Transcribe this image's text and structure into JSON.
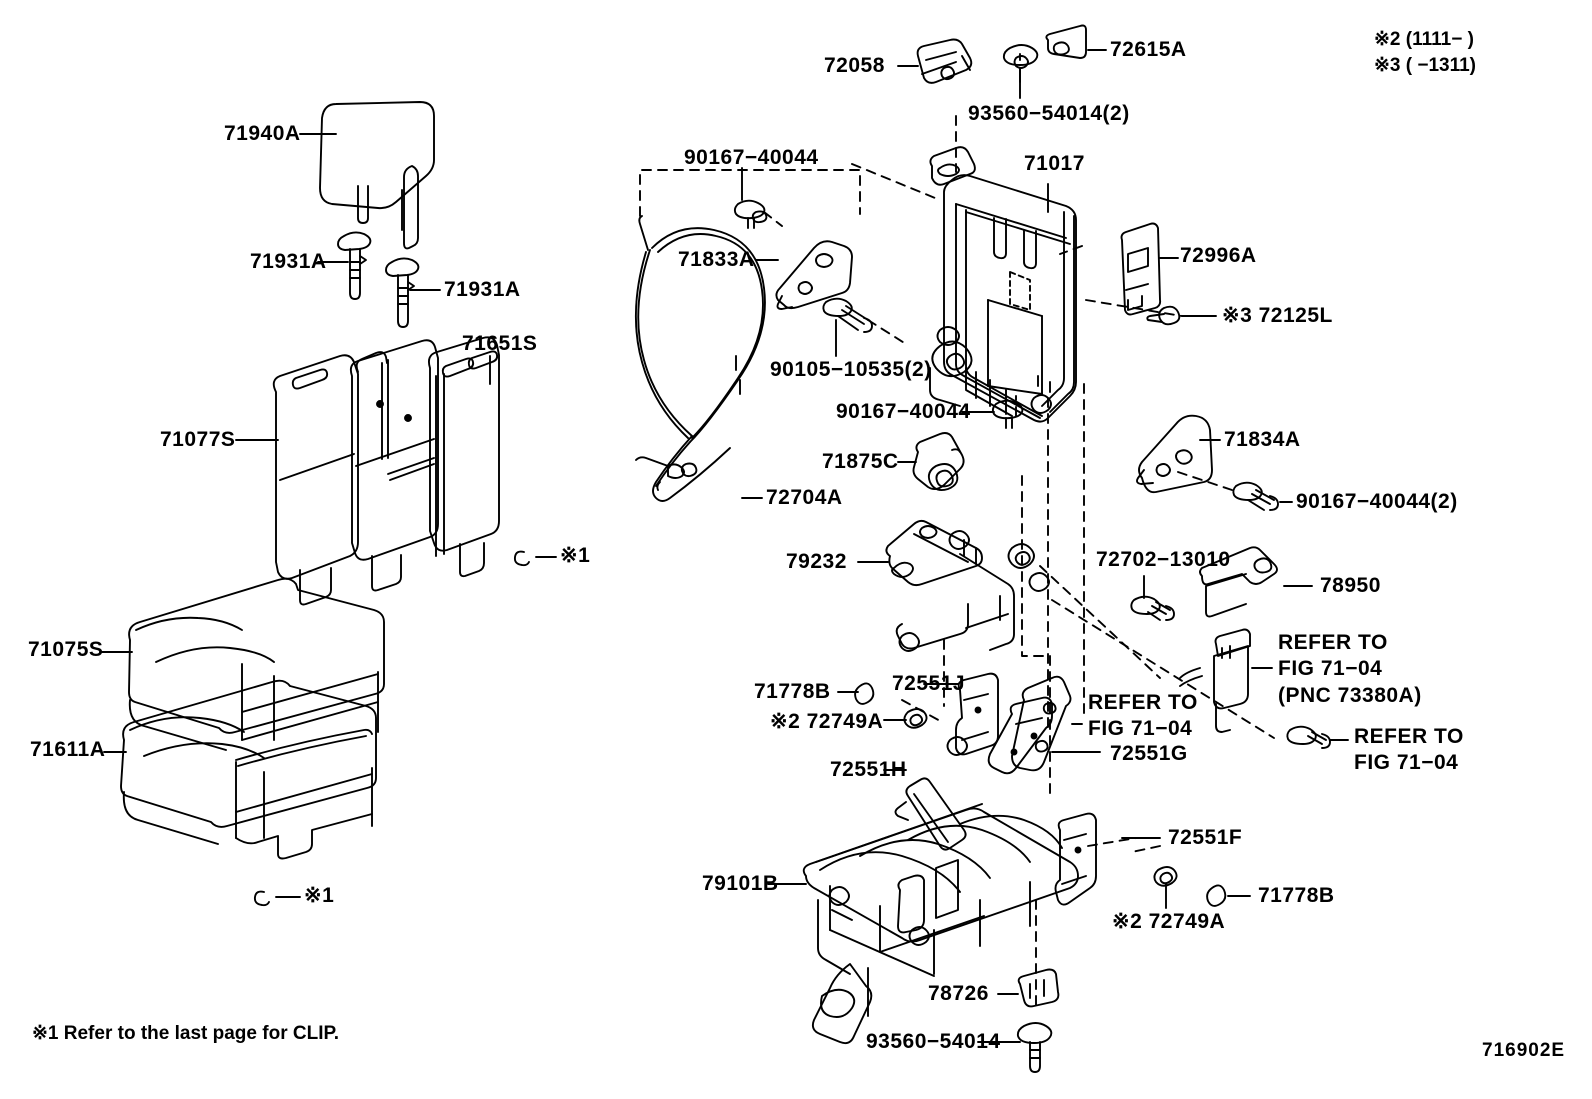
{
  "diagram": {
    "code": "716902E",
    "footnote": "※1  Refer to the last page for CLIP.",
    "header_notes": [
      "※2 (1111−      )",
      "※3 (      −1311)"
    ],
    "clip_marker": "※1"
  },
  "labels": {
    "headrest": "71940A",
    "headrest_bolt_left": "71931A",
    "headrest_bolt_right": "71931A",
    "seatback_cover_side": "71651S",
    "seatback_pad": "71077S",
    "cushion_cover": "71075S",
    "cushion_pad": "71611A",
    "hinge_cover_upper": "72058",
    "cap_72615a": "72615A",
    "screw_93560_top": "93560−54014(2)",
    "seatback_frame": "71017",
    "striker_cover": "72996A",
    "clip_72125l": "※3 72125L",
    "bolt_90167_upper": "90167−40044",
    "hinge_bracket_71833a": "71833A",
    "bolt_90105": "90105−10535(2)",
    "bolt_90167_mid": "90167−40044",
    "cable_72704a": "72704A",
    "lock_cover_71875c": "71875C",
    "hinge_cover_71834a": "71834A",
    "bolt_90167_pair": "90167−40044(2)",
    "bracket_79232": "79232",
    "bolt_72702": "72702−13010",
    "trim_78950": "78950",
    "buckle_refer": "REFER TO\nFIG 71−04\n(PNC 73380A)",
    "bolt_refer": "REFER TO\nFIG 71−04",
    "plate_refer": "REFER TO\nFIG 71−04",
    "grommet_71778b_top": "71778B",
    "nut_72749a_top": "※2 72749A",
    "cover_72551j": "72551J",
    "cover_72551h": "72551H",
    "cover_72551g": "72551G",
    "cover_72551f": "72551F",
    "nut_72749a_bottom": "※2 72749A",
    "grommet_71778b_bottom": "71778B",
    "seat_cushion_frame": "79101B",
    "clip_78726": "78726",
    "screw_93560_bottom": "93560−54014"
  }
}
